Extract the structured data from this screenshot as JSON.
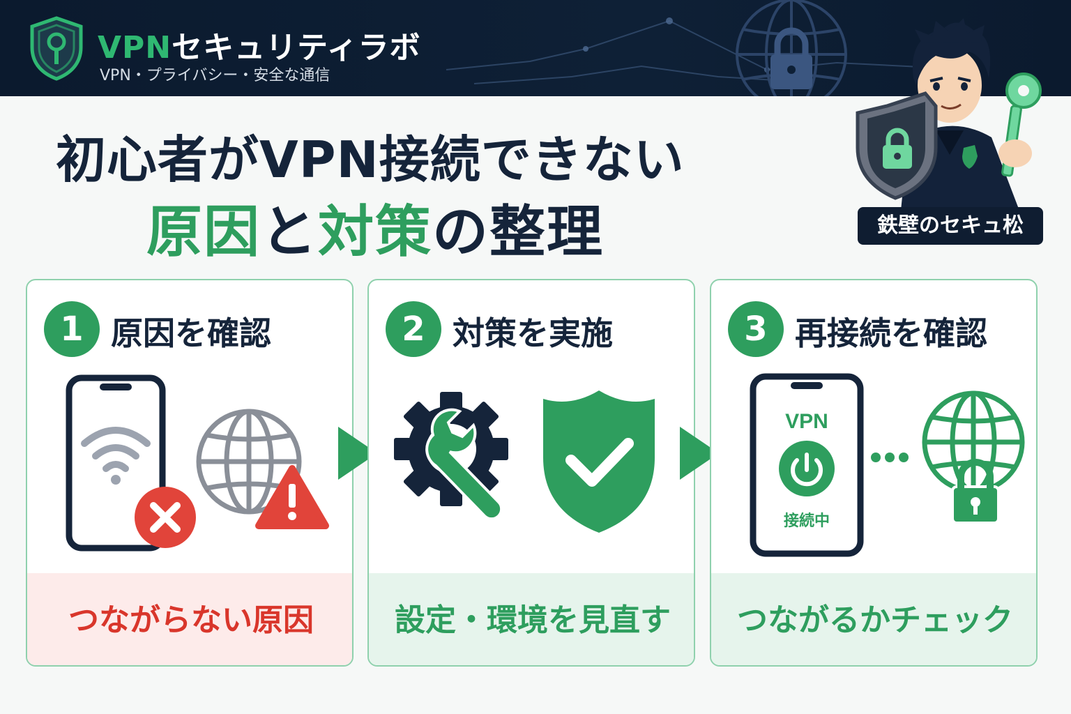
{
  "header": {
    "brand_accent": "VPN",
    "brand_rest": "セキュリティラボ",
    "tagline": "VPN・プライバシー・安全な通信"
  },
  "title": {
    "line1": "初心者がVPN接続できない",
    "line2_a": "原因",
    "line2_b": "と",
    "line2_c": "対策",
    "line2_d": "の整理"
  },
  "mascot": {
    "name": "鉄壁のセキュ松",
    "icon": "mascot-character"
  },
  "steps": [
    {
      "num": "1",
      "title": "原因を確認",
      "footer": "つながらない原因",
      "icons": [
        "smartphone-icon",
        "wifi-icon",
        "error-x-icon",
        "globe-icon",
        "warning-icon"
      ]
    },
    {
      "num": "2",
      "title": "対策を実施",
      "footer": "設定・環境を見直す",
      "icons": [
        "gear-icon",
        "wrench-icon",
        "shield-check-icon"
      ]
    },
    {
      "num": "3",
      "title": "再接続を確認",
      "footer": "つながるかチェック",
      "phone_label": "VPN",
      "phone_status": "接続中",
      "icons": [
        "smartphone-icon",
        "power-icon",
        "globe-icon",
        "lock-icon"
      ]
    }
  ],
  "colors": {
    "navy": "#0f1d31",
    "green": "#2e9e5e",
    "red": "#d9362b",
    "border": "#8fd1ad"
  }
}
